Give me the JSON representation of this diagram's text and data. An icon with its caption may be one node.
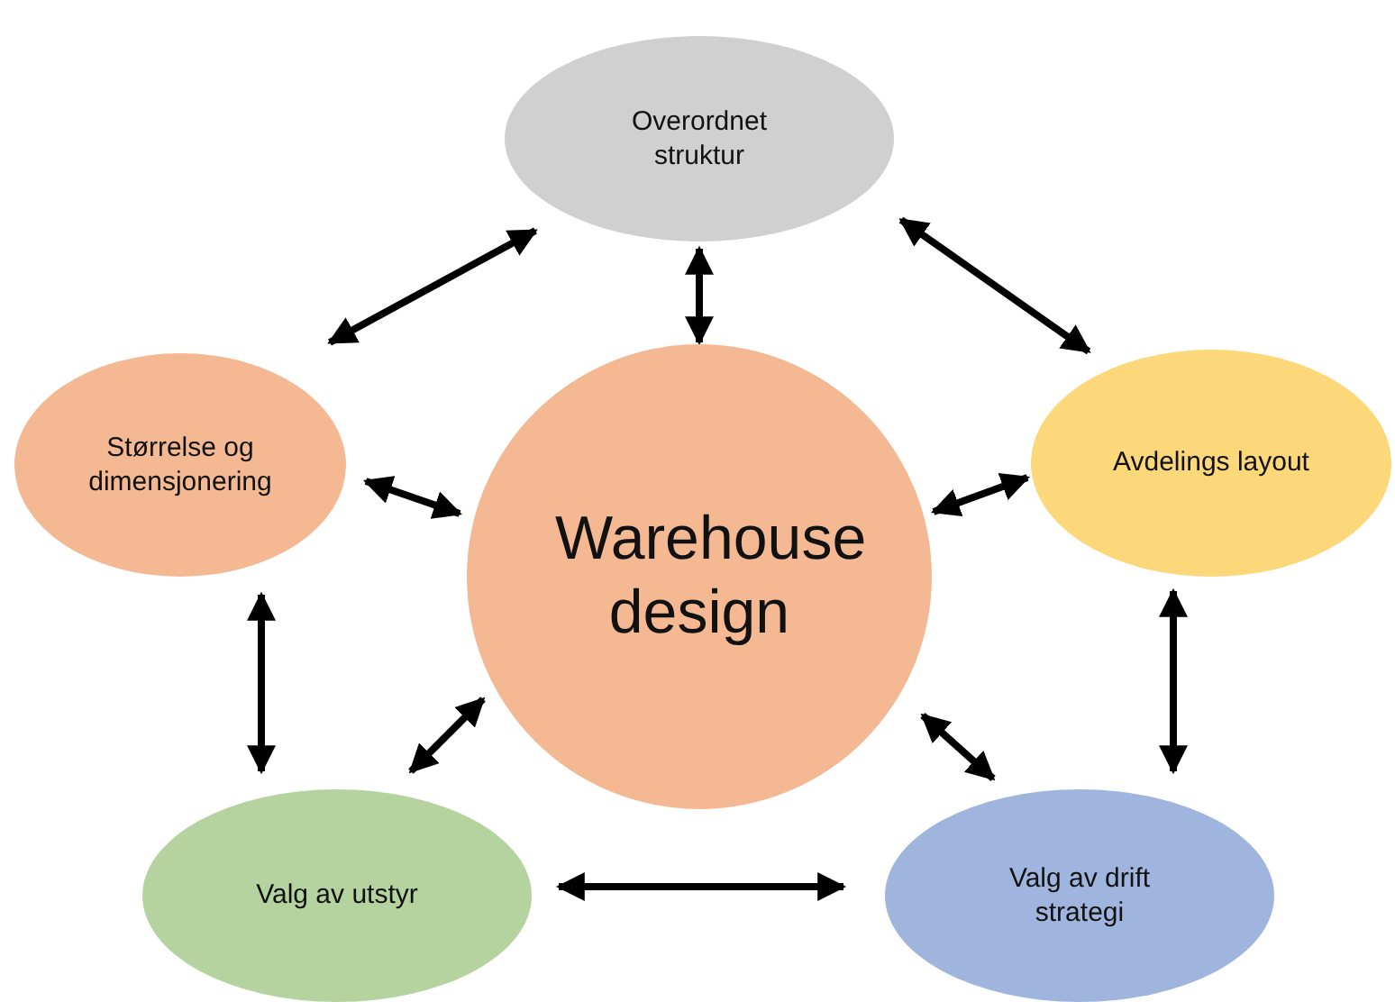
{
  "diagram": {
    "nodes": [
      {
        "text": [
          "Warehouse design"
        ]
      },
      {
        "text": [
          "Overordnet struktur"
        ]
      },
      {
        "text": [
          "Størrelse og dimensjonering"
        ]
      },
      {
        "text": [
          "Avdelings layout"
        ]
      },
      {
        "text": [
          "Valg av utstyr"
        ]
      },
      {
        "text": [
          "Valg av drift strategi"
        ]
      }
    ],
    "edges": [
      {
        "from": 1,
        "to": 2,
        "arrow": "both"
      },
      {
        "from": 1,
        "to": 0,
        "arrow": "both"
      },
      {
        "from": 1,
        "to": 3,
        "arrow": "both"
      },
      {
        "from": 2,
        "to": 0,
        "arrow": "both"
      },
      {
        "from": 0,
        "to": 3,
        "arrow": "both"
      },
      {
        "from": 2,
        "to": 4,
        "arrow": "both"
      },
      {
        "from": 3,
        "to": 5,
        "arrow": "both"
      },
      {
        "from": 0,
        "to": 4,
        "arrow": "both"
      },
      {
        "from": 0,
        "to": 5,
        "arrow": "both"
      },
      {
        "from": 4,
        "to": 5,
        "arrow": "both"
      }
    ]
  }
}
